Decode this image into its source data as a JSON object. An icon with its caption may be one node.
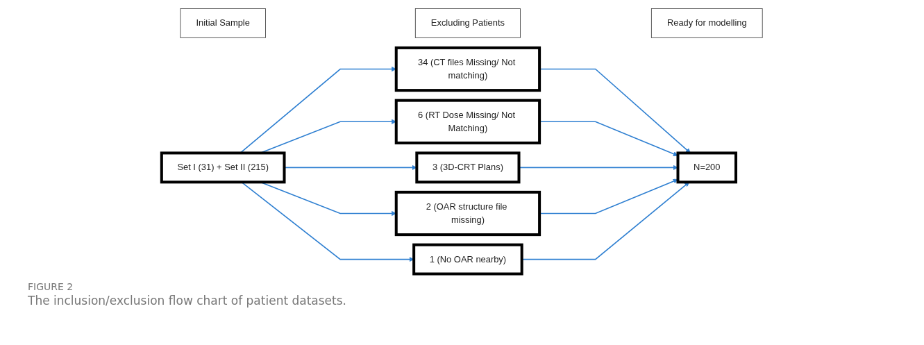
{
  "diagram": {
    "caption": "The inclusion/exclusion flow chart of patient datasets.",
    "nodes": [
      {
        "text": [
          "Initial Sample"
        ]
      },
      {
        "text": [
          "Set I (31) + Set II (215)"
        ]
      },
      {
        "text": [
          "Excluding Patients"
        ]
      },
      {
        "text": [
          "34 (CT files Missing/ Not matching)"
        ]
      },
      {
        "text": [
          "6 (RT Dose Missing/ Not Matching)"
        ]
      },
      {
        "text": [
          "3 (3D-CRT Plans)"
        ]
      },
      {
        "text": [
          "2 (OAR structure file missing)"
        ]
      },
      {
        "text": [
          "1 (No OAR nearby)"
        ]
      },
      {
        "text": [
          "Ready for modelling"
        ]
      },
      {
        "text": [
          "N=200"
        ]
      }
    ],
    "edges": [
      {
        "from": 1,
        "to": 3,
        "arrow": "to"
      },
      {
        "from": 1,
        "to": 4,
        "arrow": "to"
      },
      {
        "from": 1,
        "to": 5,
        "arrow": "to"
      },
      {
        "from": 1,
        "to": 6,
        "arrow": "to"
      },
      {
        "from": 1,
        "to": 7,
        "arrow": "to"
      },
      {
        "from": 3,
        "to": 9,
        "arrow": "to"
      },
      {
        "from": 4,
        "to": 9,
        "arrow": "to"
      },
      {
        "from": 5,
        "to": 9,
        "arrow": "to"
      },
      {
        "from": 6,
        "to": 9,
        "arrow": "to"
      },
      {
        "from": 7,
        "to": 9,
        "arrow": "to"
      }
    ],
    "labels": [
      "FIGURE 2"
    ]
  }
}
